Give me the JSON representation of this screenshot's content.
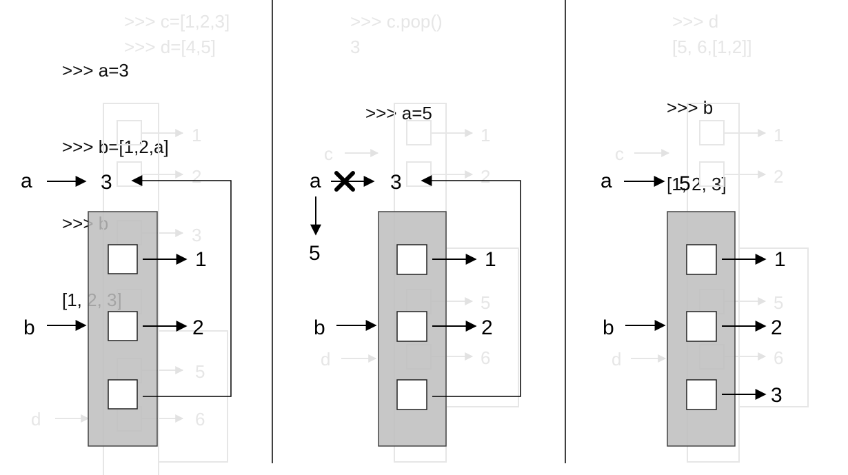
{
  "panels": [
    {
      "code": [
        ">>> a=3",
        ">>> b=[1,2,a]",
        ">>> b",
        "[1, 2, 3]"
      ],
      "var_a": "a",
      "var_b": "b",
      "a_value": "3",
      "list_values": [
        "1",
        "2"
      ],
      "ghost_code": [
        ">>> c=[1,2,3]",
        ">>> d=[4,5]"
      ],
      "ghost_values": [
        "1",
        "2",
        "3",
        "5",
        "6"
      ],
      "ghost_var_d": "d"
    },
    {
      "code": [
        ">>> a=5"
      ],
      "var_a": "a",
      "var_b": "b",
      "a_value": "3",
      "a_new_value": "5",
      "list_values": [
        "1",
        "2"
      ],
      "ghost_code": [
        ">>> c.pop()",
        "3"
      ],
      "ghost_values": [
        "1",
        "2",
        "5",
        "6"
      ],
      "ghost_var_c": "c",
      "ghost_var_d": "d"
    },
    {
      "code": [
        ">>> b",
        "[1, 2, 3]"
      ],
      "var_a": "a",
      "var_b": "b",
      "a_value": "5",
      "list_values": [
        "1",
        "2",
        "3"
      ],
      "ghost_code": [
        ">>> d",
        "[5, 6,[1,2]]"
      ],
      "ghost_values": [
        "1",
        "2",
        "5",
        "6"
      ],
      "ghost_var_c": "c",
      "ghost_var_d": "d"
    }
  ]
}
